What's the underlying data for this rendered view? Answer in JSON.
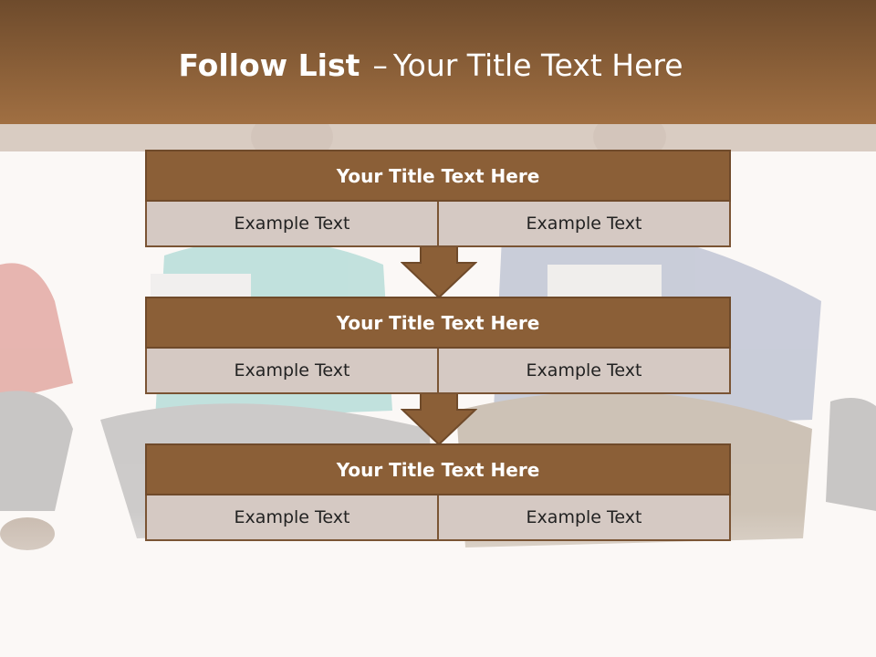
{
  "slide": {
    "title_bold": "Follow List",
    "title_dash": "–",
    "title_rest": "Your Title Text Here"
  },
  "steps": [
    {
      "title": "Your Title Text Here",
      "left_text": "Example Text",
      "right_text": "Example Text"
    },
    {
      "title": "Your Title Text Here",
      "left_text": "Example Text",
      "right_text": "Example Text"
    },
    {
      "title": "Your Title Text Here",
      "left_text": "Example Text",
      "right_text": "Example Text"
    }
  ],
  "colors": {
    "header": "#8a5f38",
    "box_title": "#8b5f37",
    "box_cell": "#d5c9c3",
    "arrow": "#8b5f37"
  }
}
